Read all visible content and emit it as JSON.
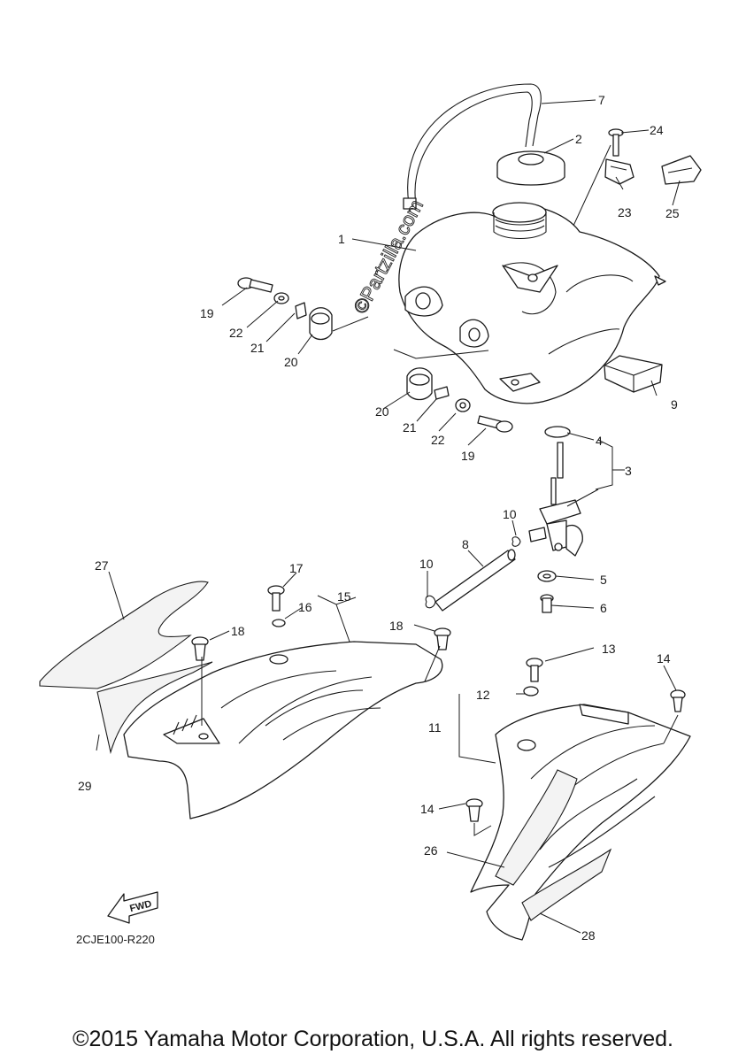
{
  "watermark": "©Partzilla.com",
  "diagram_code": "2CJE100-R220",
  "fwd_label": "FWD",
  "copyright": "©2015 Yamaha Motor Corporation, U.S.A. All rights reserved.",
  "callouts": [
    {
      "id": "c1",
      "text": "1"
    },
    {
      "id": "c2",
      "text": "2"
    },
    {
      "id": "c3",
      "text": "3"
    },
    {
      "id": "c4",
      "text": "4"
    },
    {
      "id": "c5",
      "text": "5"
    },
    {
      "id": "c6",
      "text": "6"
    },
    {
      "id": "c7",
      "text": "7"
    },
    {
      "id": "c8",
      "text": "8"
    },
    {
      "id": "c9",
      "text": "9"
    },
    {
      "id": "c10a",
      "text": "10"
    },
    {
      "id": "c10b",
      "text": "10"
    },
    {
      "id": "c11",
      "text": "11"
    },
    {
      "id": "c12",
      "text": "12"
    },
    {
      "id": "c13",
      "text": "13"
    },
    {
      "id": "c14a",
      "text": "14"
    },
    {
      "id": "c14b",
      "text": "14"
    },
    {
      "id": "c15",
      "text": "15"
    },
    {
      "id": "c16",
      "text": "16"
    },
    {
      "id": "c17",
      "text": "17"
    },
    {
      "id": "c18a",
      "text": "18"
    },
    {
      "id": "c18b",
      "text": "18"
    },
    {
      "id": "c19a",
      "text": "19"
    },
    {
      "id": "c19b",
      "text": "19"
    },
    {
      "id": "c20a",
      "text": "20"
    },
    {
      "id": "c20b",
      "text": "20"
    },
    {
      "id": "c21a",
      "text": "21"
    },
    {
      "id": "c21b",
      "text": "21"
    },
    {
      "id": "c22a",
      "text": "22"
    },
    {
      "id": "c22b",
      "text": "22"
    },
    {
      "id": "c23",
      "text": "23"
    },
    {
      "id": "c24",
      "text": "24"
    },
    {
      "id": "c25",
      "text": "25"
    },
    {
      "id": "c26",
      "text": "26"
    },
    {
      "id": "c27",
      "text": "27"
    },
    {
      "id": "c28",
      "text": "28"
    },
    {
      "id": "c29",
      "text": "29"
    }
  ]
}
